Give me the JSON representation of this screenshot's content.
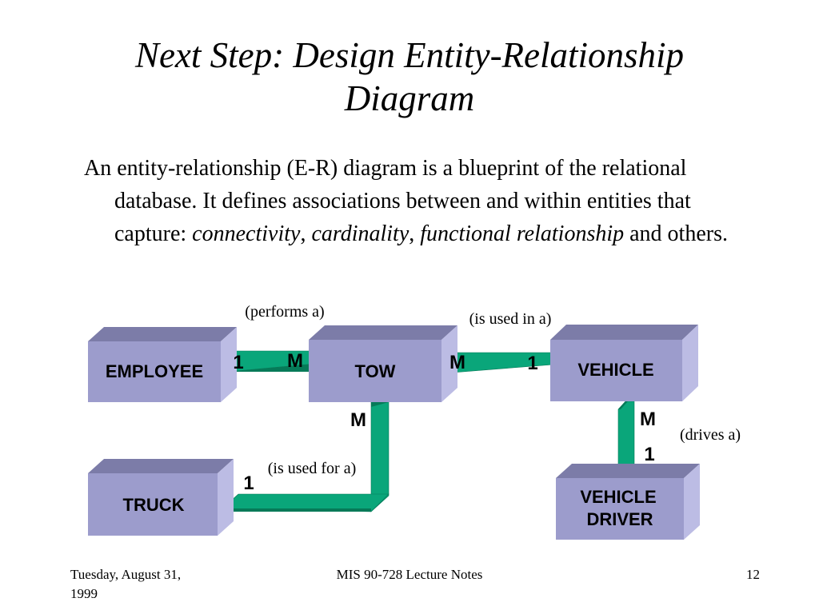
{
  "slide": {
    "title_line1": "Next Step: Design Entity-Relationship",
    "title_line2": "Diagram",
    "body": {
      "part1": "An entity-relationship (E-R) diagram is a blueprint of the relational database. It defines associations between and within entities that capture: ",
      "connectivity": "connectivity",
      "sep1": ", ",
      "cardinality": "cardinality",
      "sep2": ", ",
      "functional_relationship": "functional relationship",
      "end": " and others."
    }
  },
  "diagram": {
    "entities": {
      "employee": "EMPLOYEE",
      "tow": "TOW",
      "vehicle": "VEHICLE",
      "truck": "TRUCK",
      "driver_line1": "VEHICLE",
      "driver_line2": "DRIVER"
    },
    "relationships": {
      "performs": "(performs a)",
      "used_in": "(is used in a)",
      "used_for": "(is used for a)",
      "drives": "(drives a)"
    },
    "cardinalities": {
      "emp_tow_employee_side": "1",
      "emp_tow_tow_side": "M",
      "tow_veh_tow_side": "M",
      "tow_veh_vehicle_side": "1",
      "tow_truck_tow_side": "M",
      "tow_truck_truck_side": "1",
      "veh_drv_vehicle_side": "M",
      "veh_drv_driver_side": "1"
    },
    "colors": {
      "box_front": "#9c9ccc",
      "box_top": "#7c7ca8",
      "box_side": "#bcbce4",
      "connector": "#0aa67a",
      "connector_dark": "#067a58"
    }
  },
  "footer": {
    "date_line1": "Tuesday, August 31,",
    "date_line2": "1999",
    "course": "MIS 90-728 Lecture Notes",
    "page": "12"
  }
}
